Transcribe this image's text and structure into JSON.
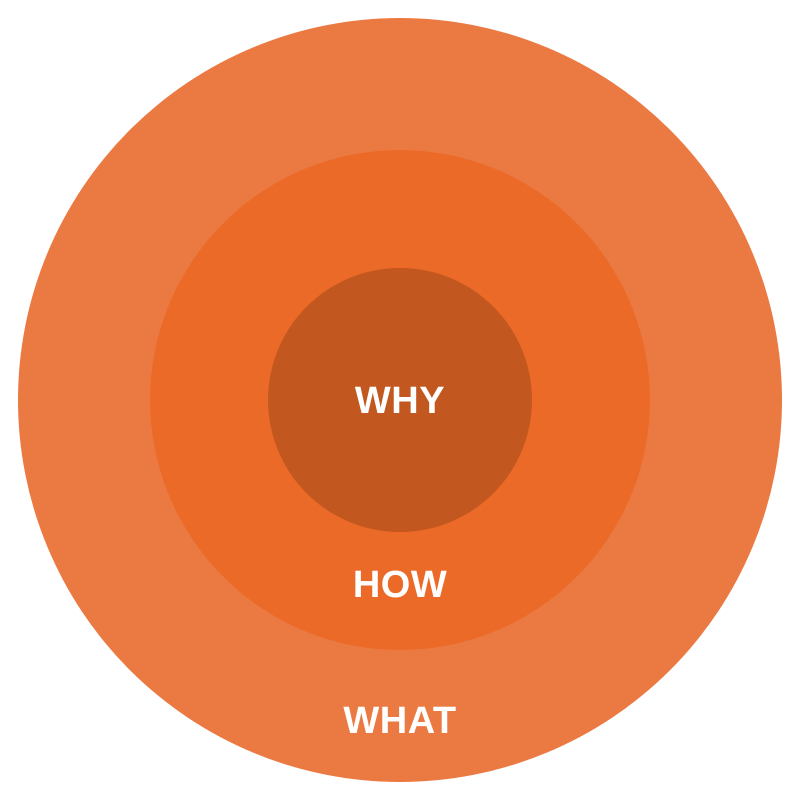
{
  "diagram": {
    "colors": {
      "outer": "#EB7A42",
      "middle": "#EC6A27",
      "inner": "#C2571F",
      "text": "#FFFFFF"
    },
    "rings": {
      "inner": {
        "label": "WHY"
      },
      "middle": {
        "label": "HOW"
      },
      "outer": {
        "label": "WHAT"
      }
    }
  }
}
